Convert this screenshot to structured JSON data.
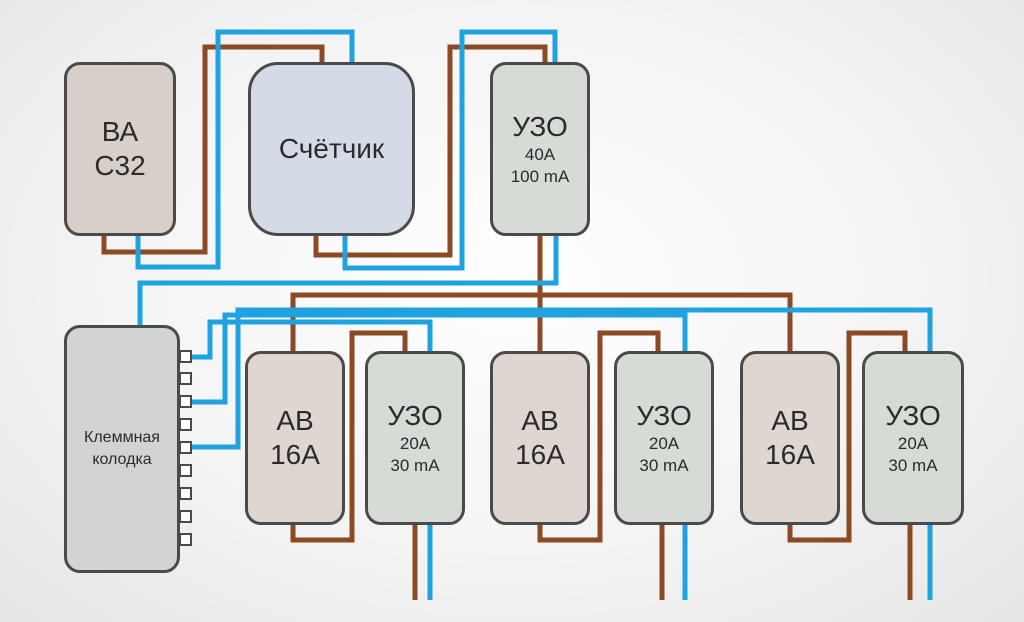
{
  "colors": {
    "phase_wire": "#8b4a24",
    "neutral_wire": "#1fa3e0",
    "box_border": "#4a4a4a",
    "breaker_fill": "#d9cfc9",
    "meter_fill": "#d5dbe6",
    "rcd_fill": "#d6dbd6",
    "terminal_fill": "#d1d3d5"
  },
  "main_breaker": {
    "line1": "ВА",
    "line2": "С32"
  },
  "meter": {
    "label": "Счётчик"
  },
  "main_rcd": {
    "title": "УЗО",
    "current": "40А",
    "leakage": "100 mA"
  },
  "terminal_block": {
    "line1": "Клеммная",
    "line2": "колодка"
  },
  "groups": [
    {
      "breaker": {
        "line1": "АВ",
        "line2": "16А"
      },
      "rcd": {
        "title": "УЗО",
        "current": "20А",
        "leakage": "30 mA"
      }
    },
    {
      "breaker": {
        "line1": "АВ",
        "line2": "16А"
      },
      "rcd": {
        "title": "УЗО",
        "current": "20А",
        "leakage": "30 mA"
      }
    },
    {
      "breaker": {
        "line1": "АВ",
        "line2": "16А"
      },
      "rcd": {
        "title": "УЗО",
        "current": "20А",
        "leakage": "30 mA"
      }
    }
  ]
}
